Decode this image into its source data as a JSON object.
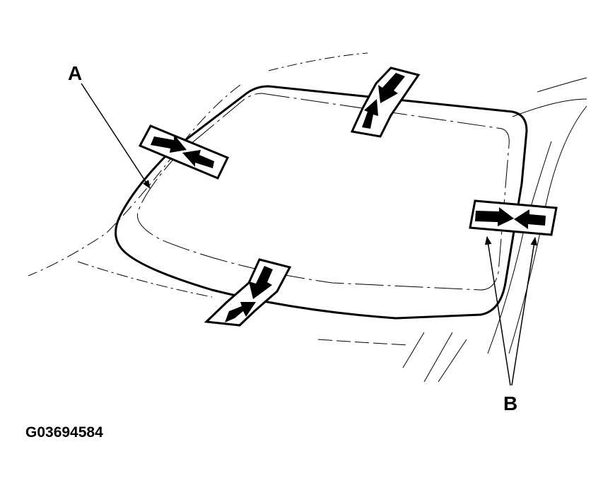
{
  "diagram": {
    "subject": "Windshield glass alignment markers",
    "callouts": [
      {
        "id": "A",
        "label": "A",
        "refers_to": "windshield glass outline"
      },
      {
        "id": "B",
        "label": "B",
        "refers_to": "body opening edges / alignment marks"
      }
    ],
    "markers": [
      {
        "position": "upper-left",
        "type": "tape with opposing arrows"
      },
      {
        "position": "top-center",
        "type": "tape with opposing arrows"
      },
      {
        "position": "right",
        "type": "tape with opposing arrows"
      },
      {
        "position": "bottom-center",
        "type": "tape with opposing arrows"
      }
    ],
    "figure_id": "G03694584",
    "colors": {
      "line": "#000000",
      "background": "#ffffff"
    }
  }
}
